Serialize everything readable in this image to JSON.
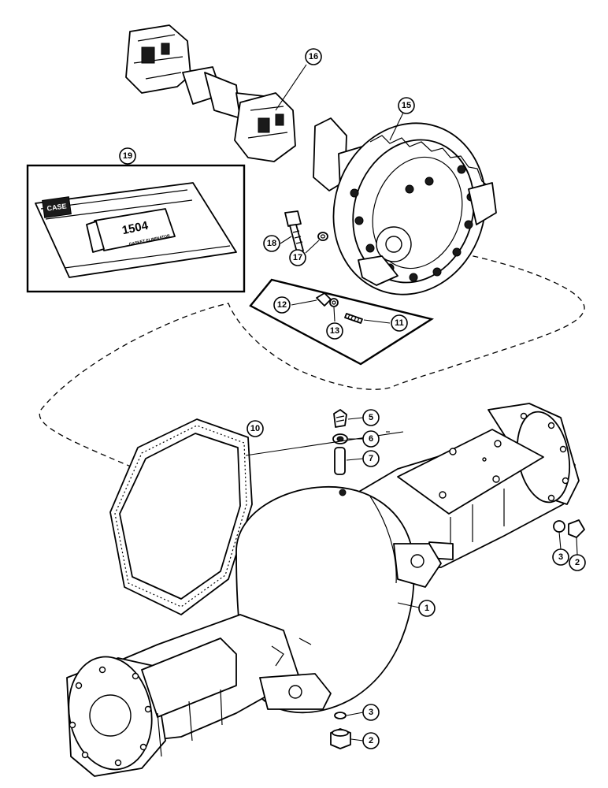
{
  "figure": {
    "callouts": [
      {
        "id": "c1",
        "label": "1"
      },
      {
        "id": "c2a",
        "label": "2"
      },
      {
        "id": "c2b",
        "label": "2"
      },
      {
        "id": "c3a",
        "label": "3"
      },
      {
        "id": "c3b",
        "label": "3"
      },
      {
        "id": "c5",
        "label": "5"
      },
      {
        "id": "c6",
        "label": "6"
      },
      {
        "id": "c7",
        "label": "7"
      },
      {
        "id": "c10",
        "label": "10"
      },
      {
        "id": "c11",
        "label": "11"
      },
      {
        "id": "c12",
        "label": "12"
      },
      {
        "id": "c13",
        "label": "13"
      },
      {
        "id": "c15",
        "label": "15"
      },
      {
        "id": "c16",
        "label": "16"
      },
      {
        "id": "c17",
        "label": "17"
      },
      {
        "id": "c18",
        "label": "18"
      },
      {
        "id": "c19",
        "label": "19"
      }
    ],
    "sealant_package": {
      "brand_lettering": "CASE",
      "tube_label_number": "1504",
      "tube_label_text": "GASKET ELIMINATOR"
    }
  }
}
